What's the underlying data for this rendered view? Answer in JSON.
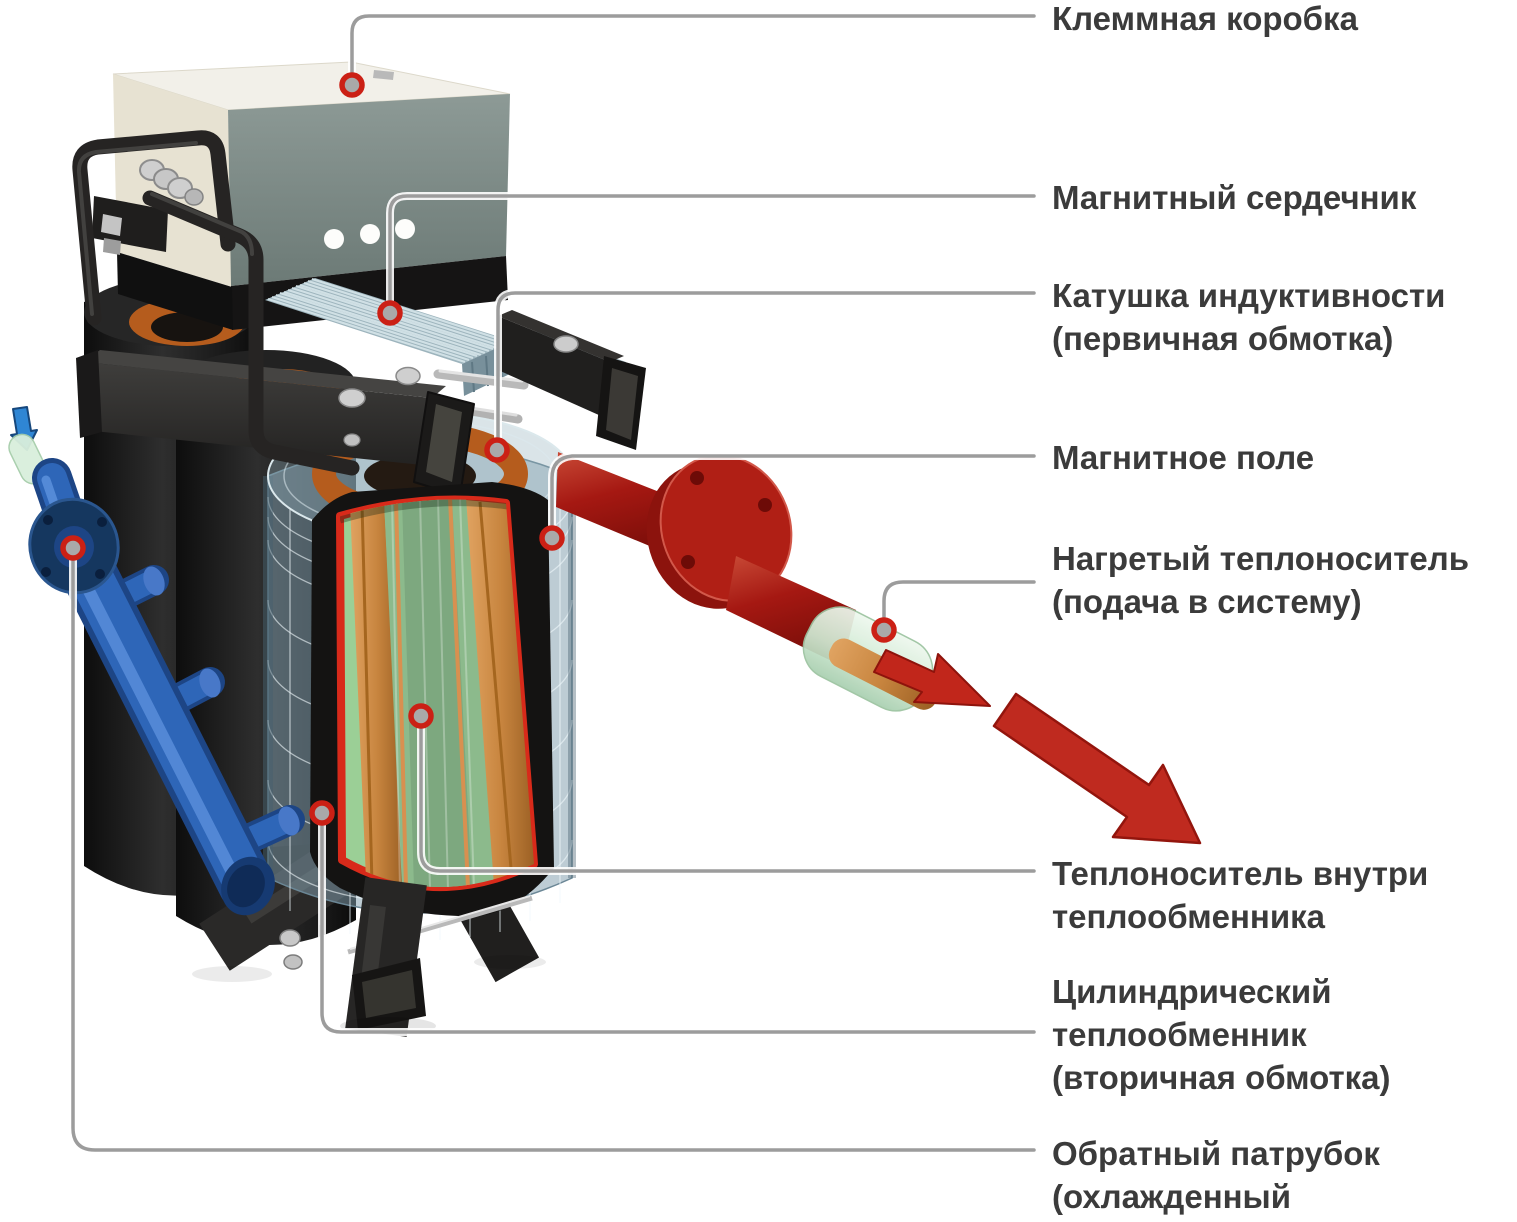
{
  "diagram": {
    "title_none_visible": "",
    "subject": "induction-heater-cutaway",
    "background": "#ffffff"
  },
  "labels": [
    {
      "id": "terminal-box",
      "text": "Клеммная коробка"
    },
    {
      "id": "magnetic-core",
      "text": "Магнитный сердечник"
    },
    {
      "id": "induction-coil",
      "text": "Катушка индуктивности\n(первичная обмотка)"
    },
    {
      "id": "magnetic-field",
      "text": "Магнитное поле"
    },
    {
      "id": "heated-coolant",
      "text": "Нагретый теплоноситель\n(подача в систему)"
    },
    {
      "id": "coolant-inside-hx",
      "text": "Теплоноситель внутри\nтеплообменника"
    },
    {
      "id": "cylindrical-hx",
      "text": "Цилиндрический\nтеплообменник\n(вторичная обмотка)"
    },
    {
      "id": "return-pipe",
      "text": "Обратный патрубок\n(охлажденный теплоноситель)"
    }
  ],
  "icons": [
    {
      "name": "flow-out-arrow-icon",
      "meaning": "hot coolant flow to system",
      "color": "#bf2a1f"
    },
    {
      "name": "flow-small-arrow-icon",
      "meaning": "hot coolant leaving exchanger",
      "color": "#c1261b"
    },
    {
      "name": "inlet-arrow-icon",
      "meaning": "cooled coolant inlet",
      "color": "#2f86d4"
    },
    {
      "name": "callout-marker-icon",
      "meaning": "callout point",
      "color": "#cb2015"
    }
  ],
  "colors": {
    "label_text": "#3b3b3b",
    "leader_line": "#9c9c9c",
    "marker_ring": "#cb2015",
    "marker_disc": "#a9a9a9",
    "pipe_hot": "#a51812",
    "pipe_cold": "#2e66b8",
    "coil_copper": "#b55c1d",
    "coolant_green": "#9bcf96",
    "field_mesh": "#7d9baa",
    "arrow_red": "#bf2a1f",
    "arrow_blue": "#2f86d4",
    "box_beige": "#e7e2d2",
    "box_face": "#84918d",
    "frame_black": "#232221"
  },
  "marker_count": 8
}
